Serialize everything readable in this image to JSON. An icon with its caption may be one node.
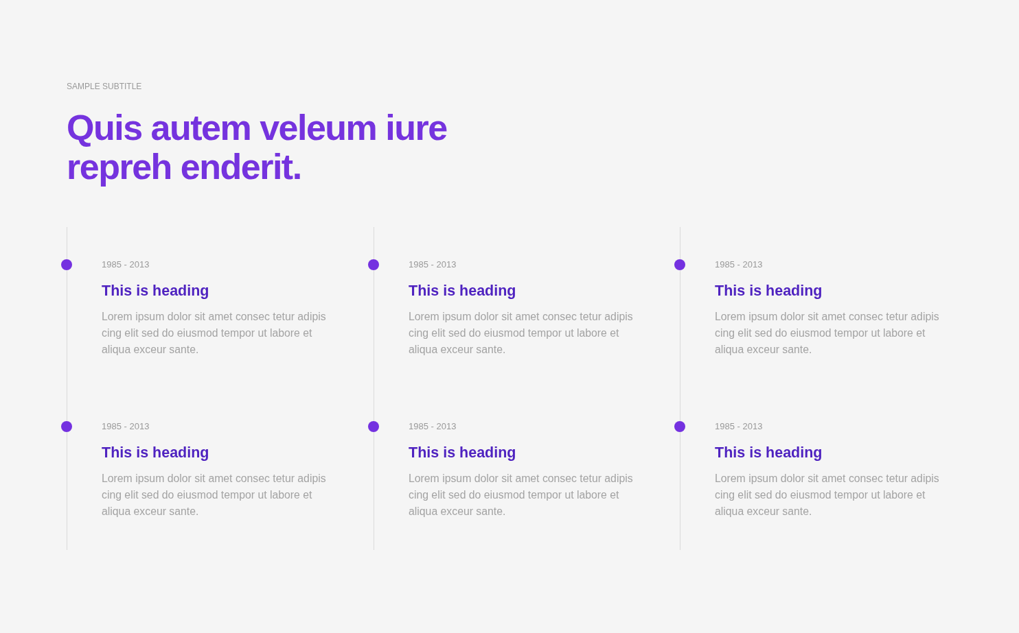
{
  "diagram": {
    "title": "Quis autem veleum iure repreh enderit.",
    "nodes": [
      {
        "text": [],
        "shape": "circle",
        "beside": [
          "1985 - 2013",
          "This is heading",
          "Lorem ipsum dolor sit amet consec tetur adipis cing elit sed do eiusmod tempor ut labore et aliqua exceur sante."
        ]
      },
      {
        "text": [],
        "shape": "circle",
        "beside": [
          "1985 - 2013",
          "This is heading",
          "Lorem ipsum dolor sit amet consec tetur adipis cing elit sed do eiusmod tempor ut labore et aliqua exceur sante."
        ]
      },
      {
        "text": [],
        "shape": "circle",
        "beside": [
          "1985 - 2013",
          "This is heading",
          "Lorem ipsum dolor sit amet consec tetur adipis cing elit sed do eiusmod tempor ut labore et aliqua exceur sante."
        ]
      },
      {
        "text": [],
        "shape": "circle",
        "beside": [
          "1985 - 2013",
          "This is heading",
          "Lorem ipsum dolor sit amet consec tetur adipis cing elit sed do eiusmod tempor ut labore et aliqua exceur sante."
        ]
      },
      {
        "text": [],
        "shape": "circle",
        "beside": [
          "1985 - 2013",
          "This is heading",
          "Lorem ipsum dolor sit amet consec tetur adipis cing elit sed do eiusmod tempor ut labore et aliqua exceur sante."
        ]
      },
      {
        "text": [],
        "shape": "circle",
        "beside": [
          "1985 - 2013",
          "This is heading",
          "Lorem ipsum dolor sit amet consec tetur adipis cing elit sed do eiusmod tempor ut labore et aliqua exceur sante."
        ]
      }
    ],
    "edges": [
      {
        "from": null,
        "to": 0,
        "arrow": "none"
      },
      {
        "from": 0,
        "to": 3,
        "arrow": "none"
      },
      {
        "from": 3,
        "to": null,
        "arrow": "none"
      },
      {
        "from": null,
        "to": 1,
        "arrow": "none"
      },
      {
        "from": 1,
        "to": 4,
        "arrow": "none"
      },
      {
        "from": 4,
        "to": null,
        "arrow": "none"
      },
      {
        "from": null,
        "to": 2,
        "arrow": "none"
      },
      {
        "from": 2,
        "to": 5,
        "arrow": "none"
      },
      {
        "from": 5,
        "to": null,
        "arrow": "none"
      }
    ],
    "labels": [
      "SAMPLE SUBTITLE"
    ]
  }
}
